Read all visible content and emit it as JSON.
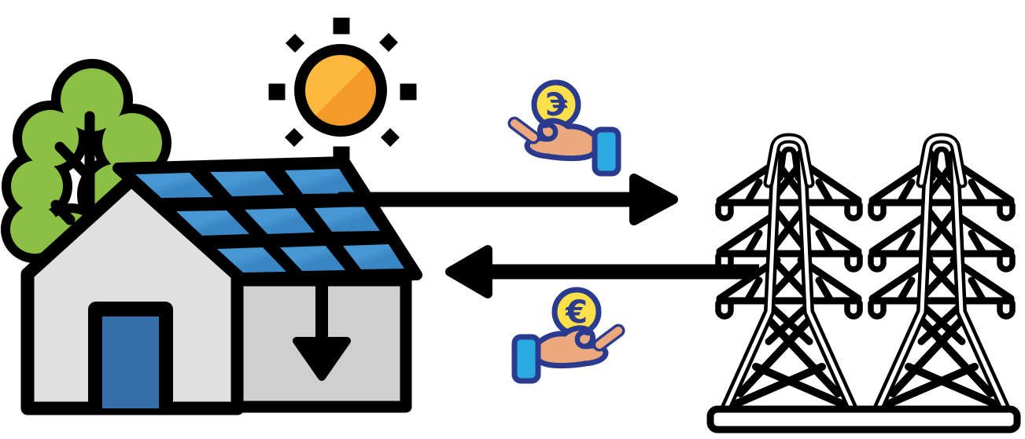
{
  "title": "Solar home exchanging electricity and payment with the power grid",
  "scene": {
    "euro_symbol": "€",
    "sun": {
      "icon": "sun-icon",
      "rays": 8
    },
    "tree": {
      "icon": "tree-icon"
    },
    "house": {
      "icon": "house-with-solar-panels-icon",
      "panel_rows": 3,
      "panel_cols": 3
    },
    "self_consumption": {
      "icon": "arrow-down-icon",
      "meaning": "solar power used in house"
    },
    "export_arrow": {
      "icon": "arrow-right-icon",
      "direction": "house-to-grid"
    },
    "import_arrow": {
      "icon": "arrow-left-icon",
      "direction": "grid-to-house"
    },
    "payment_top": {
      "icon": "hand-euro-coin-icon",
      "mirrored": true
    },
    "payment_bottom": {
      "icon": "hand-euro-coin-icon",
      "mirrored": false
    },
    "grid": {
      "icon": "transmission-towers-icon",
      "tower_count": 2
    }
  },
  "colors": {
    "outline": "#000000",
    "white": "#ffffff",
    "tree_green": "#8cc044",
    "front_gray": "#e0e0e0",
    "side_gray": "#cfcfcf",
    "door_blue": "#3570ab",
    "panel_blue_light": "#4697d2",
    "panel_blue_dark": "#3a85c3",
    "sun_orange_light": "#fbb93d",
    "sun_orange_dark": "#f49a2a",
    "coin_yellow": "#fbe049",
    "navy": "#2a3b8f",
    "skin": "#eca97e",
    "cuff_blue": "#29abe2"
  }
}
